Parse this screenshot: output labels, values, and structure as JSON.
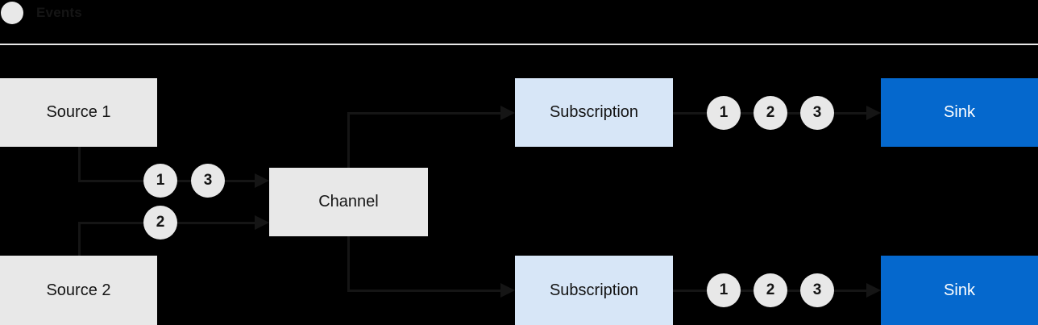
{
  "legend": {
    "label": "Events"
  },
  "colors": {
    "background": "#000000",
    "box_gray": "#e8e8e8",
    "box_light_blue": "#d7e6f7",
    "box_blue": "#0568cd",
    "line": "#151515",
    "text_dark": "#151515",
    "text_light": "#ffffff",
    "divider": "#e8e8e8"
  },
  "nodes": {
    "source_1": {
      "label": "Source 1"
    },
    "source_2": {
      "label": "Source 2"
    },
    "channel": {
      "label": "Channel"
    },
    "subscription_top": {
      "label": "Subscription"
    },
    "subscription_bottom": {
      "label": "Subscription"
    },
    "sink_top": {
      "label": "Sink"
    },
    "sink_bottom": {
      "label": "Sink"
    }
  },
  "event_markers": {
    "source1_to_channel": [
      "1",
      "3"
    ],
    "source2_to_channel": [
      "2"
    ],
    "subscription_top_to_sink": [
      "1",
      "2",
      "3"
    ],
    "subscription_bottom_to_sink": [
      "1",
      "2",
      "3"
    ]
  }
}
